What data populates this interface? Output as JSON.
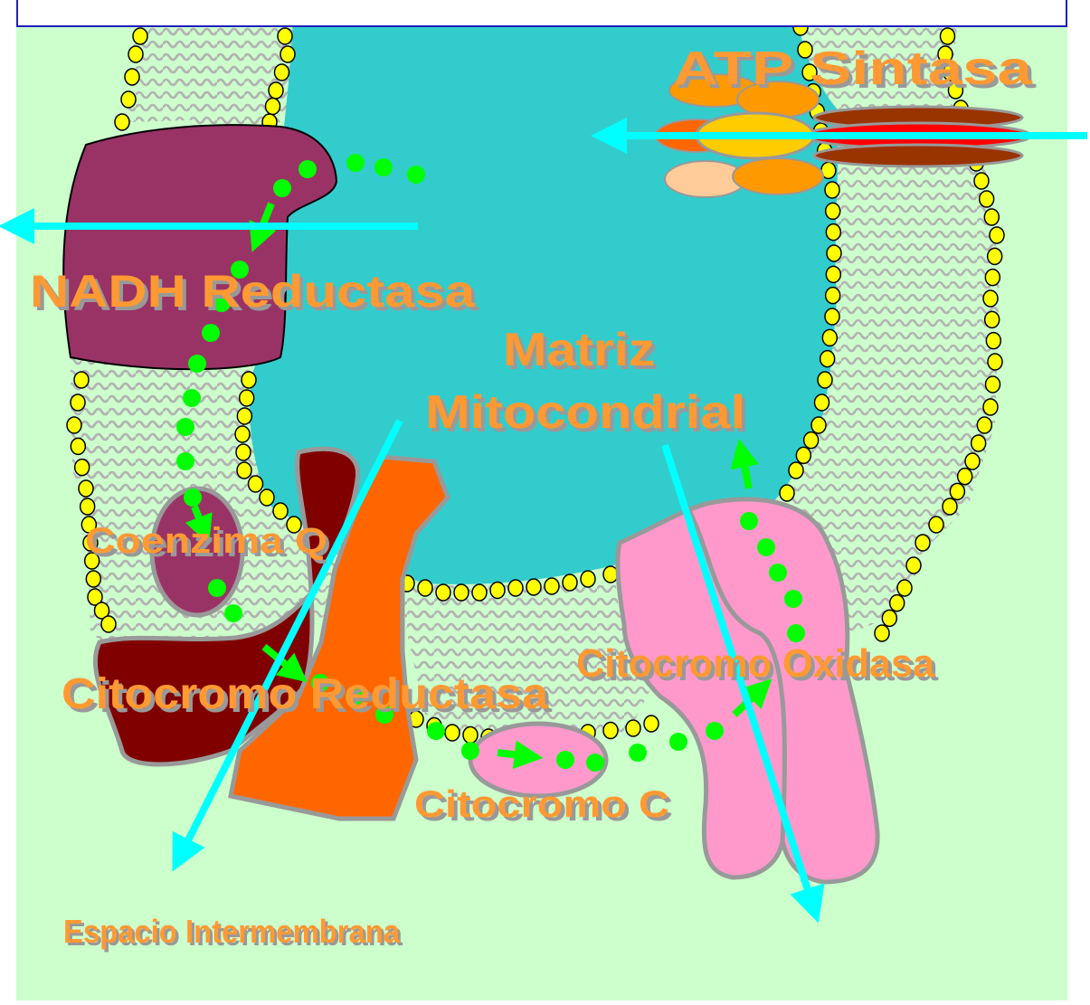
{
  "labels": {
    "atp_sintasa": "ATP Sintasa",
    "nadh_reductasa": "NADH Reductasa",
    "matriz_line1": "Matriz",
    "matriz_line2": "Mitocondrial",
    "coenzima_q": "Coenzima Q",
    "citocromo_reductasa": "Citocromo Reductasa",
    "citocromo_oxidasa": "Citocromo Oxidasa",
    "citocromo_c": "Citocromo C",
    "espacio_intermembrana": "Espacio  Intermembrana"
  },
  "colors": {
    "background": "#ccffcc",
    "matrix": "#33cccc",
    "membrane_wave": "#b3b3b3",
    "lipid_head": "#ffff00",
    "nadh_reductasa": "#993366",
    "citocromo_reductasa_dark": "#800000",
    "citocromo_reductasa_light": "#ff6600",
    "citocromo_oxidasa": "#ff99cc",
    "atp_sintasa_orange": "#ff9900",
    "atp_sintasa_yellow": "#ffcc00",
    "atp_sintasa_red": "#ff0000",
    "atp_sintasa_brown": "#993300",
    "proton_arrow": "#00ffff",
    "electron_path": "#00ff00",
    "label_fill": "#ff9933",
    "label_shadow": "#999999"
  },
  "icons": {
    "proton_flow": "cyan-arrow-icon",
    "electron_flow": "green-dotted-arrow-icon"
  }
}
